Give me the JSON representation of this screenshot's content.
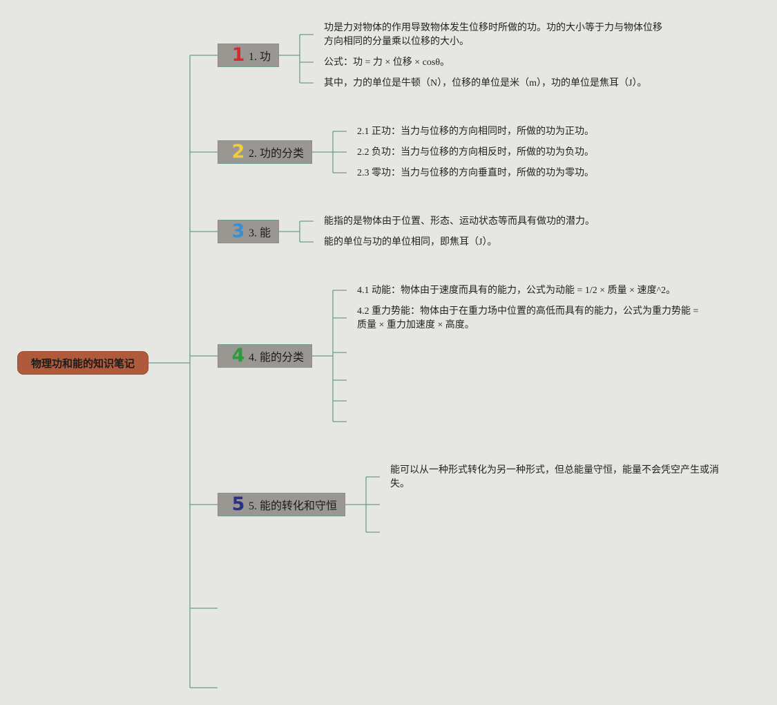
{
  "root": {
    "title": "物理功和能的知识笔记"
  },
  "branches": [
    {
      "number": "1",
      "label": "1. 功",
      "items": [
        "功是力对物体的作用导致物体发生位移时所做的功。功的大小等于力与物体位移方向相同的分量乘以位移的大小。",
        "公式：功 = 力 × 位移 × cosθ。",
        "其中，力的单位是牛顿（N），位移的单位是米（m），功的单位是焦耳（J）。"
      ]
    },
    {
      "number": "2",
      "label": "2. 功的分类",
      "items": [
        "2.1 正功：当力与位移的方向相同时，所做的功为正功。",
        "2.2 负功：当力与位移的方向相反时，所做的功为负功。",
        "2.3 零功：当力与位移的方向垂直时，所做的功为零功。"
      ]
    },
    {
      "number": "3",
      "label": "3. 能",
      "items": [
        "能指的是物体由于位置、形态、运动状态等而具有做功的潜力。",
        "能的单位与功的单位相同，即焦耳（J）。"
      ]
    },
    {
      "number": "4",
      "label": "4. 能的分类",
      "items": [
        "4.1 动能：物体由于速度而具有的能力，公式为动能 = 1/2 × 质量 × 速度^2。",
        "4.2 重力势能：物体由于在重力场中位置的高低而具有的能力，公式为重力势能 = 质量 × 重力加速度 × 高度。"
      ]
    },
    {
      "number": "5",
      "label": "5. 能的转化和守恒",
      "items": [
        "能可以从一种形式转化为另一种形式，但总能量守恒，能量不会凭空产生或消失。"
      ]
    }
  ]
}
